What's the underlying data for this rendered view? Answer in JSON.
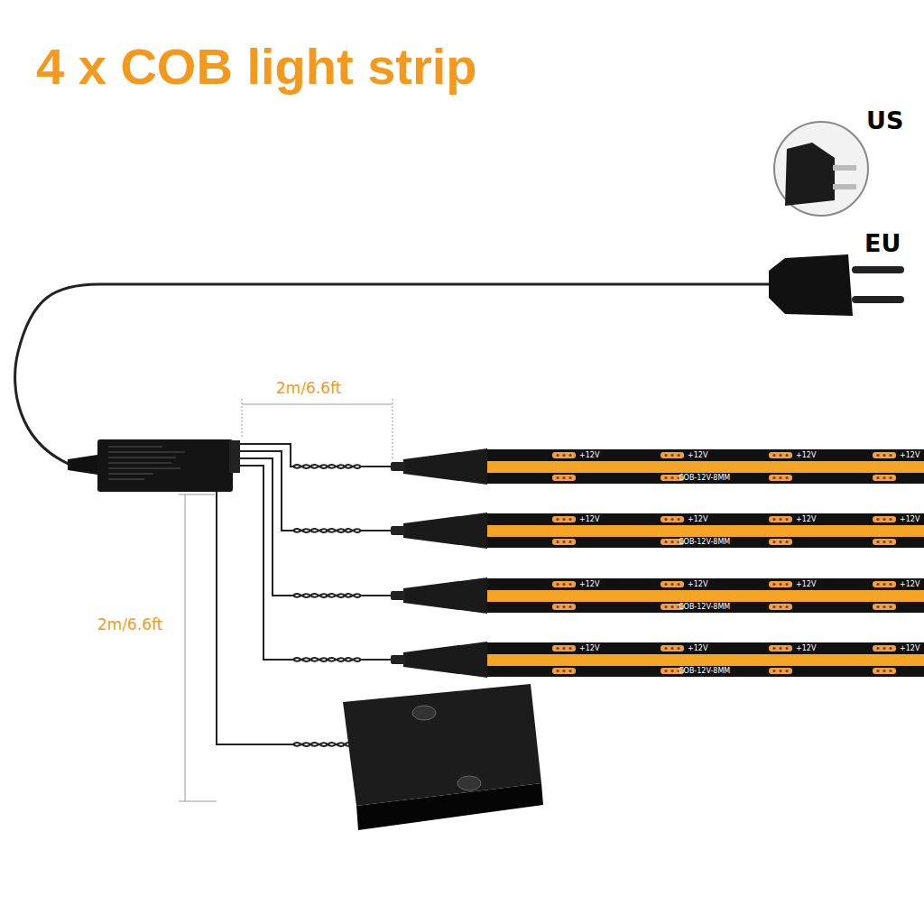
{
  "diagram": {
    "title": "4 x COB light strip",
    "labels": [
      "US",
      "EU",
      "2m/6.6ft",
      "2m/6.6ft",
      "+12V",
      "+12V",
      "+12V",
      "+12V",
      "COB-12V-8MM",
      "+12V",
      "+12V",
      "+12V",
      "+12V",
      "COB-12V-8MM",
      "+12V",
      "+12V",
      "+12V",
      "+12V",
      "COB-12V-8MM",
      "+12V",
      "+12V",
      "+12V",
      "+12V",
      "COB-12V-8MM"
    ]
  }
}
